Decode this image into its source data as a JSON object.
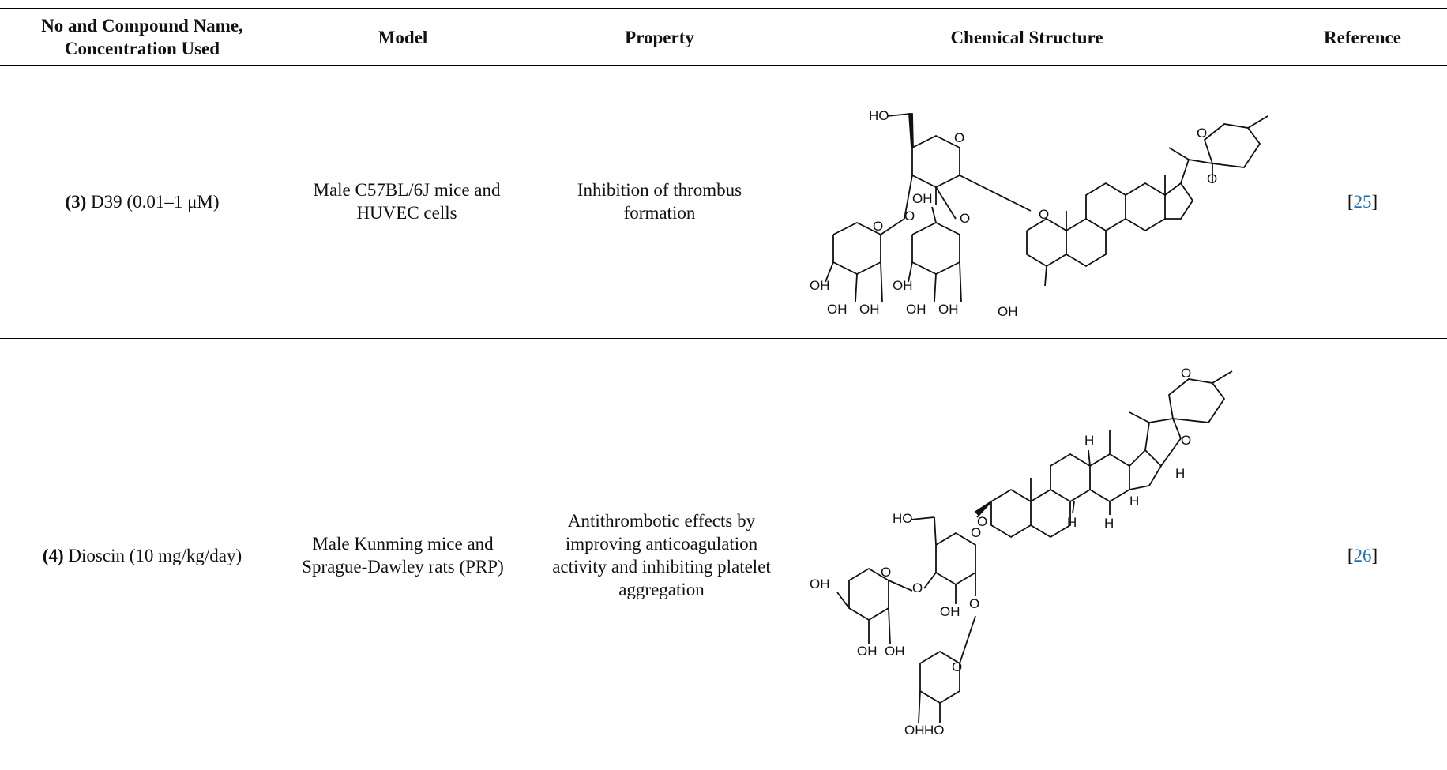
{
  "table": {
    "headers": {
      "compound": "No and Compound Name, Concentration Used",
      "model": "Model",
      "property": "Property",
      "structure": "Chemical Structure",
      "reference": "Reference"
    },
    "rows": [
      {
        "no": "(3)",
        "compound": "D39 (0.01–1 μM)",
        "model": "Male C57BL/6J mice and HUVEC cells",
        "property": "Inhibition of thrombus formation",
        "ref_open": "[",
        "ref": "25",
        "ref_close": "]",
        "atom_labels": [
          "HO",
          "O",
          "O",
          "O",
          "O",
          "OH",
          "O",
          "O",
          "OH",
          "OH",
          "OH",
          "OH",
          "OH",
          "OH",
          "O",
          "OH"
        ]
      },
      {
        "no": "(4)",
        "compound": "Dioscin (10 mg/kg/day)",
        "model": "Male Kunming mice and Sprague-Dawley rats (PRP)",
        "property": "Antithrombotic effects by improving anticoagulation activity and inhibiting platelet aggregation",
        "ref_open": "[",
        "ref": "26",
        "ref_close": "]",
        "atom_labels": [
          "O",
          "O",
          "H",
          "H",
          "H",
          "H",
          "H",
          "HO",
          "O",
          "O",
          "OH",
          "O",
          "O",
          "OH",
          "OH",
          "OH",
          "O",
          "O",
          "OH",
          "HO"
        ]
      }
    ]
  }
}
